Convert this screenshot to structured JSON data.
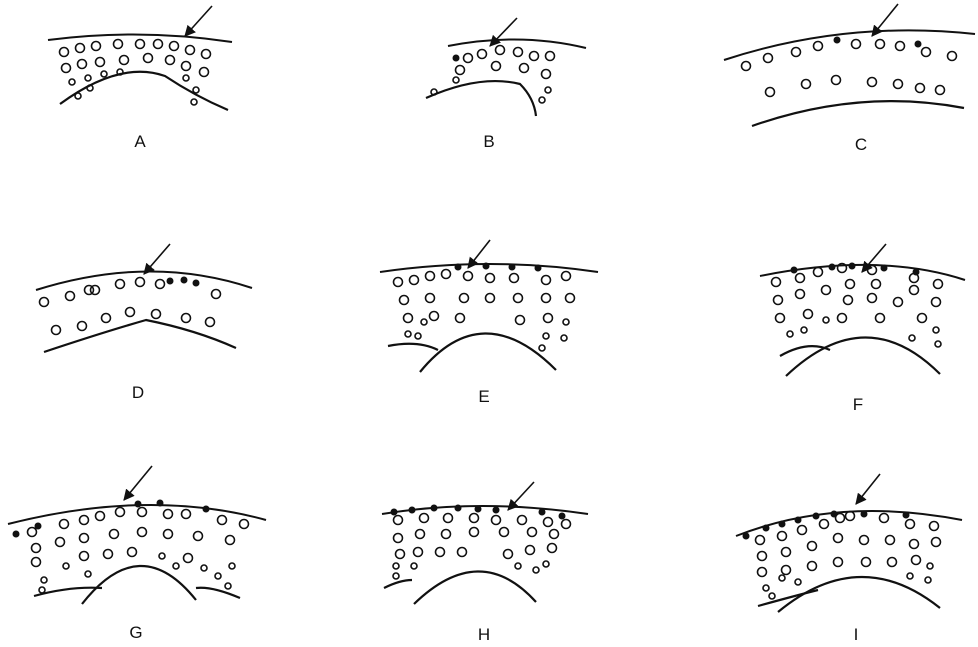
{
  "colors": {
    "ink": "#111111",
    "background": "#ffffff"
  },
  "panels": [
    {
      "label": "A",
      "arrow": true
    },
    {
      "label": "B",
      "arrow": true
    },
    {
      "label": "C",
      "arrow": true
    },
    {
      "label": "D",
      "arrow": true
    },
    {
      "label": "E",
      "arrow": true
    },
    {
      "label": "F",
      "arrow": true
    },
    {
      "label": "G",
      "arrow": true
    },
    {
      "label": "H",
      "arrow": true
    },
    {
      "label": "I",
      "arrow": true
    }
  ]
}
